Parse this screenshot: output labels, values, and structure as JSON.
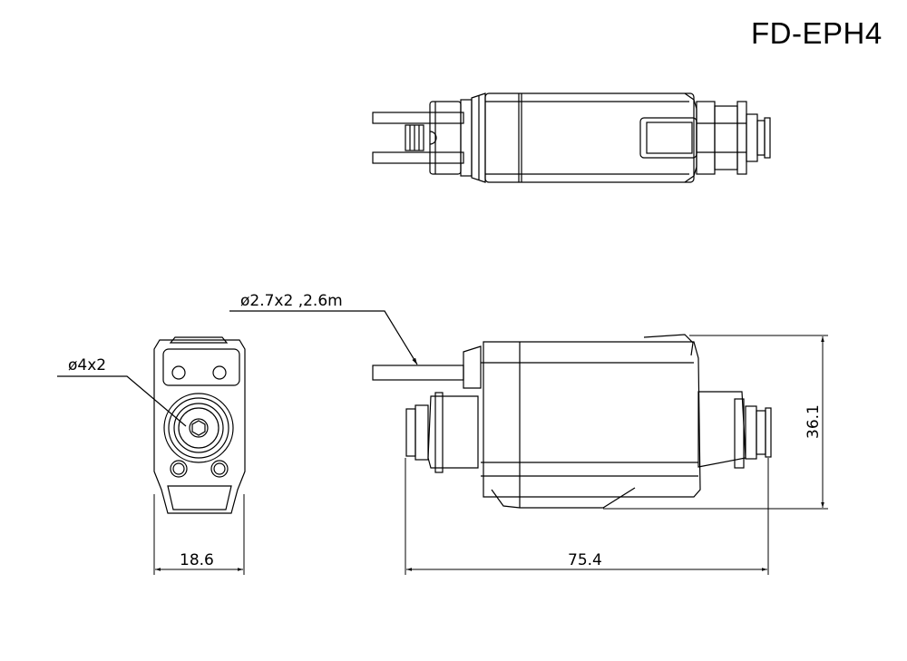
{
  "title": "FD-EPH4",
  "annotations": {
    "cable_callout": "ø2.7x2 ,2.6m",
    "tube_callout": "ø4x2"
  },
  "dimensions": {
    "front_width": "18.6",
    "side_length": "75.4",
    "side_height": "36.1"
  },
  "views": [
    "top-view",
    "front-view",
    "side-view"
  ],
  "colors": {
    "line": "#000000",
    "background": "#ffffff"
  }
}
